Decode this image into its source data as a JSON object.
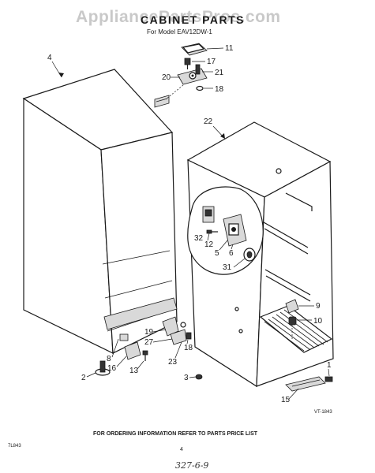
{
  "watermark": "AppliancePartsPros.com",
  "title": "CABINET PARTS",
  "subtitle": "For Model EAV12DW-1",
  "footer_note": "FOR ORDERING INFORMATION REFER TO PARTS PRICE LIST",
  "page_number": "4",
  "diagram_code": "VT-1843",
  "left_code": "7L843",
  "handwritten": "327-6-9",
  "callouts": {
    "c1": "1",
    "c2": "2",
    "c3": "3",
    "c4": "4",
    "c5": "5",
    "c6": "6",
    "c8": "8",
    "c9": "9",
    "c10": "10",
    "c11": "11",
    "c12": "12",
    "c13": "13",
    "c15": "15",
    "c16": "16",
    "c17": "17",
    "c18a": "18",
    "c18b": "18",
    "c19": "19",
    "c20": "20",
    "c21": "21",
    "c22": "22",
    "c23": "23",
    "c27": "27",
    "c31": "31",
    "c32": "32"
  }
}
